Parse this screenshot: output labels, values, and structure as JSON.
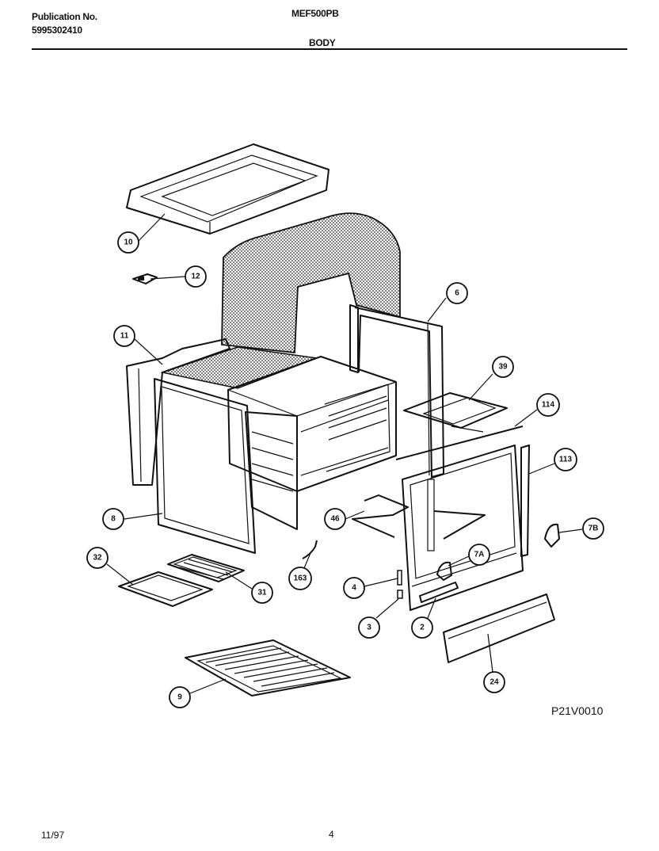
{
  "header": {
    "publication_label": "Publication No.",
    "publication_number": "5995302410",
    "model": "MEF500PB",
    "section": "BODY"
  },
  "figure_code": "P21V0010",
  "footer": {
    "date": "11/97",
    "page": "4"
  },
  "callouts": [
    "10",
    "12",
    "11",
    "8",
    "32",
    "31",
    "9",
    "6",
    "39",
    "114",
    "113",
    "7B",
    "46",
    "163",
    "4",
    "3",
    "2",
    "7A",
    "24"
  ]
}
